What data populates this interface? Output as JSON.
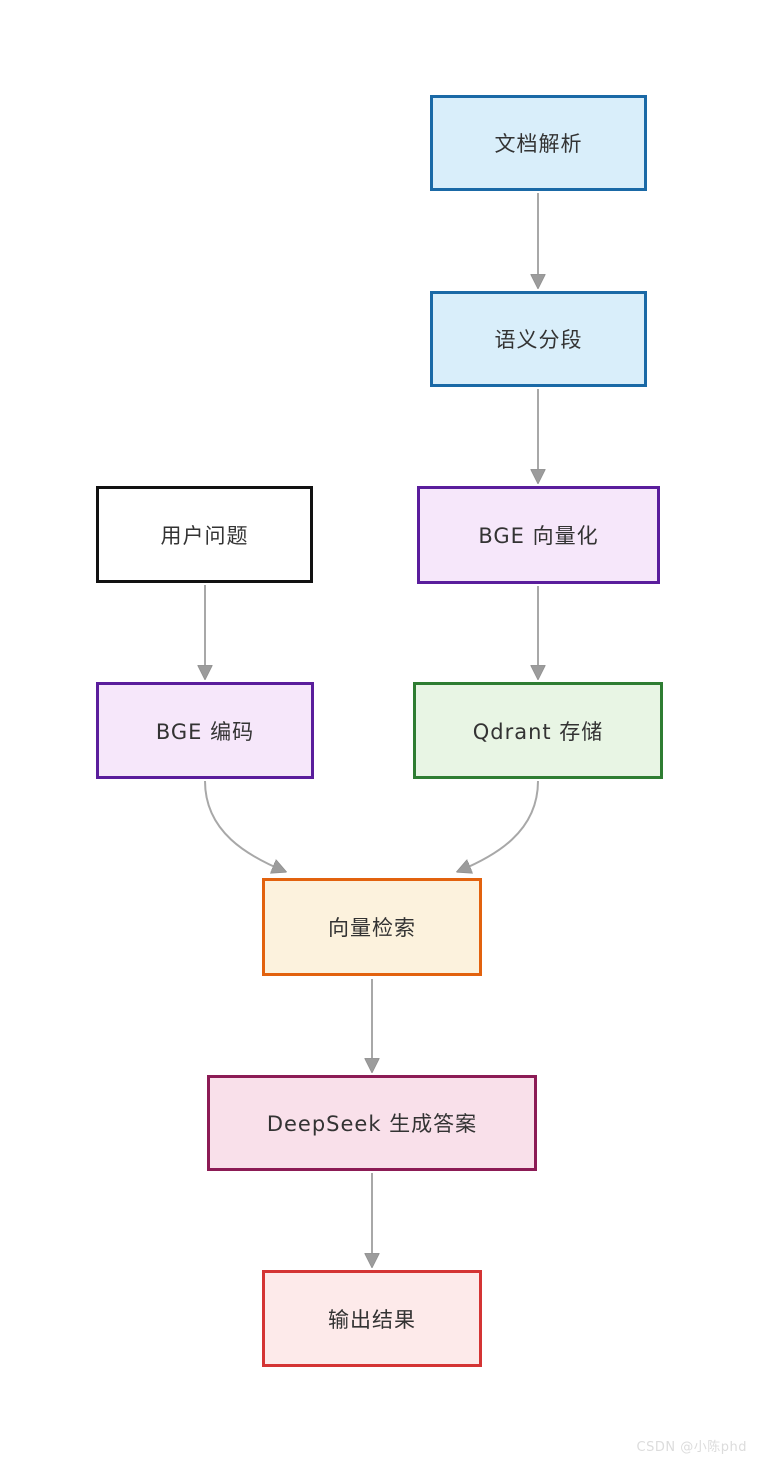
{
  "diagram": {
    "type": "flowchart",
    "direction": "top-down",
    "background": "#ffffff",
    "edge_color": "#a8a8a8",
    "arrowhead_color": "#9c9c9c",
    "text_color": "#333333"
  },
  "nodes": [
    {
      "id": "doc-parse",
      "label": "文档解析",
      "fill": "#d9eefa",
      "border": "#1a69a6"
    },
    {
      "id": "semantic-segment",
      "label": "语义分段",
      "fill": "#d9eefa",
      "border": "#1a69a6"
    },
    {
      "id": "bge-vectorize",
      "label": "BGE 向量化",
      "fill": "#f6e7fa",
      "border": "#5a1d9c"
    },
    {
      "id": "user-question",
      "label": "用户问题",
      "fill": "#ffffff",
      "border": "#111111"
    },
    {
      "id": "bge-encode",
      "label": "BGE 编码",
      "fill": "#f6e7fa",
      "border": "#5a1d9c"
    },
    {
      "id": "qdrant-store",
      "label": "Qdrant 存储",
      "fill": "#e8f5e4",
      "border": "#2e7d32"
    },
    {
      "id": "vector-search",
      "label": "向量检索",
      "fill": "#fcf2dd",
      "border": "#e2620e"
    },
    {
      "id": "deepseek-answer",
      "label": "DeepSeek 生成答案",
      "fill": "#f9e0ea",
      "border": "#8c1b55"
    },
    {
      "id": "output-result",
      "label": "输出结果",
      "fill": "#fdeaea",
      "border": "#d43434"
    }
  ],
  "edges": [
    {
      "from": "doc-parse",
      "to": "semantic-segment",
      "style": "straight"
    },
    {
      "from": "semantic-segment",
      "to": "bge-vectorize",
      "style": "straight"
    },
    {
      "from": "bge-vectorize",
      "to": "qdrant-store",
      "style": "straight"
    },
    {
      "from": "user-question",
      "to": "bge-encode",
      "style": "straight"
    },
    {
      "from": "bge-encode",
      "to": "vector-search",
      "style": "curved"
    },
    {
      "from": "qdrant-store",
      "to": "vector-search",
      "style": "curved"
    },
    {
      "from": "vector-search",
      "to": "deepseek-answer",
      "style": "straight"
    },
    {
      "from": "deepseek-answer",
      "to": "output-result",
      "style": "straight"
    }
  ],
  "watermark": {
    "text": "CSDN @小陈phd",
    "color": "#dcdcdc"
  }
}
